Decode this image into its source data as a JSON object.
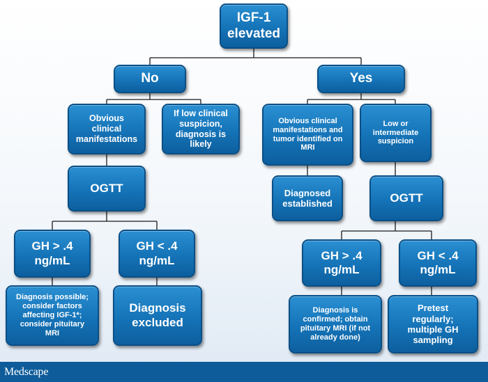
{
  "nodes": {
    "root": "IGF-1\nelevated",
    "no": "No",
    "yes": "Yes",
    "no_obvious": "Obvious\nclinical\nmanifestations",
    "no_low": "If low clinical\nsuspicion,\ndiagnosis is\nlikely",
    "no_ogtt": "OGTT",
    "no_gh_high": "GH > .4\nng/mL",
    "no_gh_low": "GH < .4\nng/mL",
    "no_possible": "Diagnosis possible;\nconsider factors\naffecting IGF-1*;\nconsider pituitary\nMRI",
    "no_excluded": "Diagnosis\nexcluded",
    "yes_obvious": "Obvious clinical\nmanifestations and\ntumor identified on\nMRI",
    "yes_low": "Low or\nintermediate\nsuspicion",
    "yes_established": "Diagnosed\nestablished",
    "yes_ogtt": "OGTT",
    "yes_gh_high": "GH > .4\nng/mL",
    "yes_gh_low": "GH < .4\nng/mL",
    "yes_confirmed": "Diagnosis is\nconfirmed; obtain\npituitary  MRI (if not\nalready done)",
    "yes_pretest": "Pretest\nregularly;\nmultiple GH\nsampling"
  },
  "footer": {
    "logo": "Medscape"
  },
  "colors": {
    "box": "#1573b7",
    "box_border": "#0b4f86",
    "connector": "#1a1a1a",
    "footer": "#0e5c9a"
  }
}
